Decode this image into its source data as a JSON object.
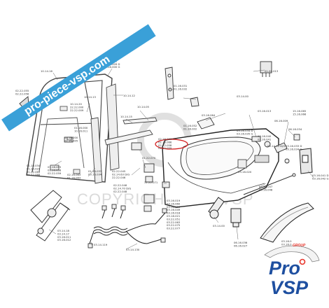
{
  "banner": {
    "text": "pro-piece-vsp.com",
    "color": "#3aa0d8"
  },
  "watermark": {
    "text": "COPYRIGHT PRO-VSP"
  },
  "logo": {
    "pre": "GROUP",
    "line1": "Pro",
    "line2": "VSP",
    "brand_color": "#1e4fa0",
    "accent_color": "#e8352b"
  },
  "labels": [
    {
      "id": "l1",
      "text": "10.14.16"
    },
    {
      "id": "l2",
      "text": "02.22.055\n02.22.056"
    },
    {
      "id": "l3",
      "text": "01.22.060\n02.22.061\n02.16.009 D\n02.16.000 G"
    },
    {
      "id": "l4",
      "text": "10.14.13"
    },
    {
      "id": "l5",
      "text": "10.14.12"
    },
    {
      "id": "l6",
      "text": "10.14.20\n22.22.000\n22.22.009"
    },
    {
      "id": "l7",
      "text": "01.16.031\n01.16.032"
    },
    {
      "id": "l8",
      "text": "03.14.00"
    },
    {
      "id": "l9",
      "text": "01.00.013"
    },
    {
      "id": "l10",
      "text": "10.14.05"
    },
    {
      "id": "l11",
      "text": "10.14.15"
    },
    {
      "id": "l12",
      "text": "01.16.000\n10.16.011"
    },
    {
      "id": "l13",
      "text": "01.16.000\n01.16.005"
    },
    {
      "id": "l14",
      "text": "01.16.052\n01.16.002"
    },
    {
      "id": "l15",
      "text": "03.16.064"
    },
    {
      "id": "l16",
      "text": "03.16.013"
    },
    {
      "id": "l17",
      "text": "15.16.065\n15.16.066"
    },
    {
      "id": "l18",
      "text": "06.16.009"
    },
    {
      "id": "l19",
      "text": "06.16.034"
    },
    {
      "id": "l20",
      "text": "03.16.034 D\n03.16.035 G"
    },
    {
      "id": "l21",
      "text": "01.16.034\n01.16.029\n01.22.069\n01.22.068"
    },
    {
      "id": "l22",
      "text": "01.16.055\n01.16.058\n02.22.059"
    },
    {
      "id": "l23",
      "text": "02.16.063\n01.16.063"
    },
    {
      "id": "l24",
      "text": "01.16.033\n03.16.034"
    },
    {
      "id": "l25",
      "text": "02.22.045\n02.14.63 D/G\n22.22.046"
    },
    {
      "id": "l26",
      "text": "01.22.070"
    },
    {
      "id": "l27",
      "text": "02.22.046\n02.14.70 D/G\n02.22.048"
    },
    {
      "id": "l28",
      "text": "31.22.071"
    },
    {
      "id": "l29",
      "text": "02.16.063\n02.16.066\n02.22.058\n02.22.059"
    },
    {
      "id": "l30",
      "text": "03.16.040\n03.16.041"
    },
    {
      "id": "l31",
      "text": "03.14.70 D/G"
    },
    {
      "id": "l32",
      "text": "03.16.033 D\n03.16.034 G"
    },
    {
      "id": "l33",
      "text": "03.16.020"
    },
    {
      "id": "l34",
      "text": "03.16.041 D\n03.16.042 G"
    },
    {
      "id": "l35",
      "text": "03.16.047\n03.16.048"
    },
    {
      "id": "l36",
      "text": "03.16.019\n03.16.060\n03.16.100\n03.16.049\n03.16.018\n03.18.021\n03.22.051\n03.22.063\n03.22.075\n03.22.077"
    },
    {
      "id": "l37",
      "text": "03.14.00"
    },
    {
      "id": "l38",
      "text": "06.16.036\n06.16.027"
    },
    {
      "id": "l39",
      "text": "03.14.18\n03.14.17\n03.16.011\n03.16.012"
    },
    {
      "id": "l40",
      "text": "03.14.119"
    },
    {
      "id": "l41",
      "text": "03.14.130"
    },
    {
      "id": "l42",
      "text": "03.16.0\n03.16.0"
    }
  ]
}
